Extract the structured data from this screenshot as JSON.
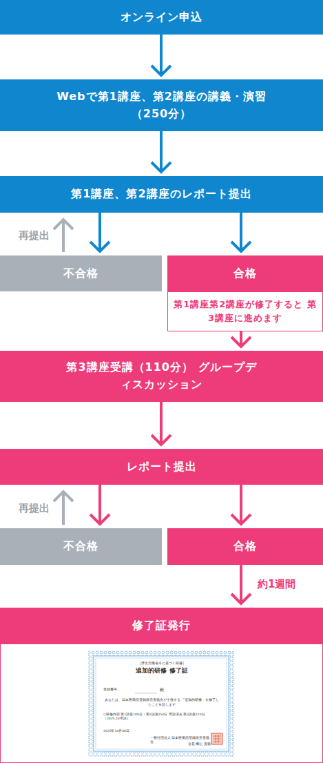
{
  "diagram": {
    "nodes": [
      {
        "text": [
          "オンライン申込"
        ]
      },
      {
        "text": [
          "Webで第1講座、第2講座の講義・演習 （250分）"
        ]
      },
      {
        "text": [
          "第1講座、第2講座のレポート提出"
        ]
      },
      {
        "text": [
          "不合格"
        ]
      },
      {
        "text": [
          "合格"
        ]
      },
      {
        "text": [
          "第1講座第2講座が修了すると 第3講座に進めます"
        ]
      },
      {
        "text": [
          "第3講座受講（110分） グループディスカッション"
        ]
      },
      {
        "text": [
          "レポート提出"
        ]
      },
      {
        "text": [
          "不合格"
        ]
      },
      {
        "text": [
          "合格"
        ]
      },
      {
        "text": [
          "修了証発行"
        ]
      }
    ],
    "edges": [
      {
        "from": 0,
        "to": 1,
        "arrow": "to"
      },
      {
        "from": 1,
        "to": 2,
        "arrow": "to"
      },
      {
        "from": 2,
        "to": 3,
        "arrow": "to"
      },
      {
        "from": 2,
        "to": 4,
        "arrow": "to"
      },
      {
        "from": 3,
        "to": 2,
        "label": "再提出",
        "arrow": "to"
      },
      {
        "from": 5,
        "to": 6,
        "arrow": "to"
      },
      {
        "from": 6,
        "to": 7,
        "arrow": "to"
      },
      {
        "from": 7,
        "to": 8,
        "arrow": "to"
      },
      {
        "from": 7,
        "to": 9,
        "arrow": "to"
      },
      {
        "from": 8,
        "to": 7,
        "label": "再提出",
        "arrow": "to"
      },
      {
        "from": 9,
        "to": 10,
        "label": "約1週間",
        "arrow": "to"
      }
    ],
    "labels": [
      "［厚生労働省令に基づく研修］",
      "追加的研修 修了証",
      "登録番号",
      "殿",
      "あなたは、日本医薬品登録販売者協会が主催する 「追加的研修」を修了したことを証します",
      "○研修内容 第1講座100分・第2講座150分 受講済み 第3講座110分（2025.10受講）",
      "2025年10月00日",
      "一般社団法人 日本医薬品登録販売者協会",
      "会長 樽山 英範"
    ]
  }
}
